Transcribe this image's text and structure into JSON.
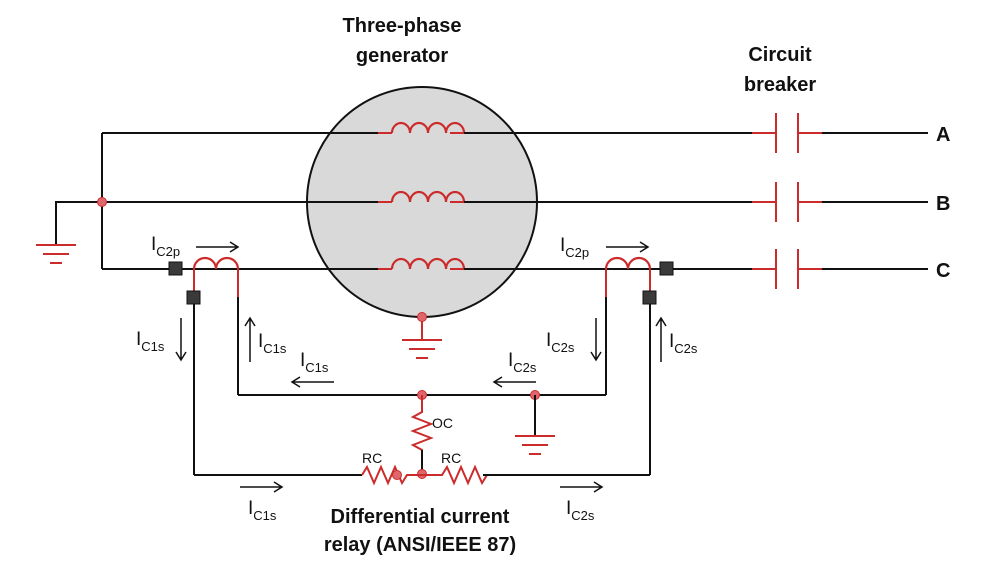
{
  "titles": {
    "generator_line1": "Three-phase",
    "generator_line2": "generator",
    "breaker_line1": "Circuit",
    "breaker_line2": "breaker",
    "relay_line1": "Differential current",
    "relay_line2": "relay (ANSI/IEEE 87)"
  },
  "phases": [
    "A",
    "B",
    "C"
  ],
  "currents": {
    "ic2p_left": {
      "main": "I",
      "sub": "C2p"
    },
    "ic2p_right": {
      "main": "I",
      "sub": "C2p"
    },
    "ic1s_down": {
      "main": "I",
      "sub": "C1s"
    },
    "ic1s_up": {
      "main": "I",
      "sub": "C1s"
    },
    "ic1s_mid": {
      "main": "I",
      "sub": "C1s"
    },
    "ic2s_down": {
      "main": "I",
      "sub": "C2s"
    },
    "ic2s_mid": {
      "main": "I",
      "sub": "C2s"
    },
    "ic2s_up": {
      "main": "I",
      "sub": "C2s"
    },
    "ic1s_bottom": {
      "main": "I",
      "sub": "C1s"
    },
    "ic2s_bottom": {
      "main": "I",
      "sub": "C2s"
    }
  },
  "components": {
    "oc": "OC",
    "rc_left": "RC",
    "rc_right": "RC"
  },
  "colors": {
    "wire": "#111111",
    "component": "#cc2b2b",
    "generator_fill": "#d9d9d9",
    "terminal": "#3a3a3a"
  }
}
